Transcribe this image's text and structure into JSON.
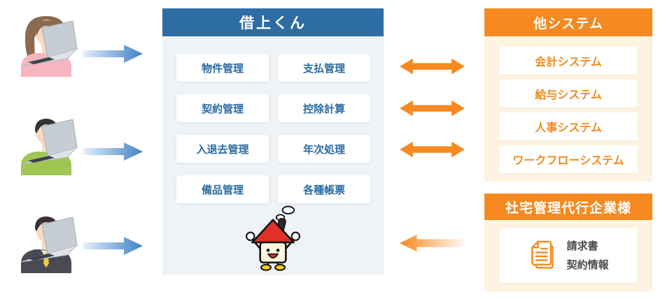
{
  "palette": {
    "blue": "#2e6da4",
    "blue-text": "#2a6ba3",
    "panel-bg": "#eff3f7",
    "orange": "#f6891f",
    "orange-text": "#f08a1e",
    "cream": "#fdf3e1",
    "dark-text": "#4b4b4b",
    "arrow-blue": "#3f82c6",
    "arrow-blue-light": "#e3eefb",
    "roof-red": "#e03127",
    "shoe-yellow": "#f8d410",
    "mascot-cream": "#fff6e0",
    "skin": "#f7d9c4"
  },
  "users": [
    {
      "label": "female staff user",
      "shirt": "#f5b6bf",
      "hair": "#8b6a4f"
    },
    {
      "label": "male staff user",
      "shirt": "#9fc654",
      "hair": "#35332f"
    },
    {
      "label": "male manager in suit",
      "shirt": "#4a4a52",
      "hair": "#3a3038"
    }
  ],
  "main_system": {
    "title": "借上くん",
    "modules": [
      "物件管理",
      "支払管理",
      "契約管理",
      "控除計算",
      "入退去管理",
      "年次処理",
      "備品管理",
      "各種帳票"
    ]
  },
  "other_systems": {
    "title": "他システム",
    "items": [
      "会計システム",
      "給与システム",
      "人事システム",
      "ワークフローシステム"
    ]
  },
  "agency": {
    "title": "社宅管理代行企業様",
    "documents": [
      "請求書",
      "契約情報"
    ]
  }
}
